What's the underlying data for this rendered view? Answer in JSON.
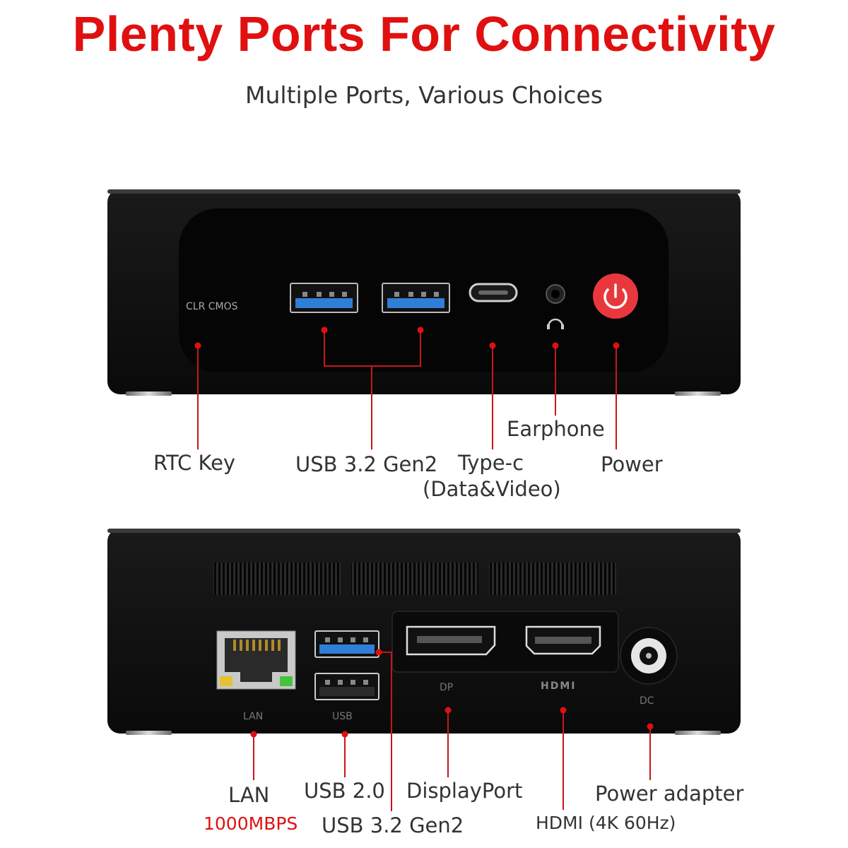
{
  "header": {
    "title": "Plenty Ports For Connectivity",
    "subtitle": "Multiple Ports, Various Choices"
  },
  "front_panel": {
    "rtc_key_print": "CLR  CMOS",
    "labels": {
      "rtc_key": "RTC Key",
      "usb": "USB 3.2 Gen2",
      "type_c": "Type-c",
      "type_c_note": "(Data&Video)",
      "earphone": "Earphone",
      "power": "Power"
    }
  },
  "rear_panel": {
    "prints": {
      "lan": "LAN",
      "usb": "USB",
      "dp": "DP",
      "hdmi": "HDMI",
      "dc": "DC"
    },
    "labels": {
      "lan": "LAN",
      "lan_speed": "1000MBPS",
      "usb2": "USB 2.0",
      "usb3": "USB 3.2 Gen2",
      "displayport": "DisplayPort",
      "hdmi": "HDMI (4K 60Hz)",
      "power_adapter": "Power adapter"
    }
  },
  "colors": {
    "accent_red": "#e01010",
    "callout_red": "#c8161d",
    "device_black": "#111111",
    "usb3_blue": "#2f7fd6",
    "power_button": "#e8383d"
  }
}
